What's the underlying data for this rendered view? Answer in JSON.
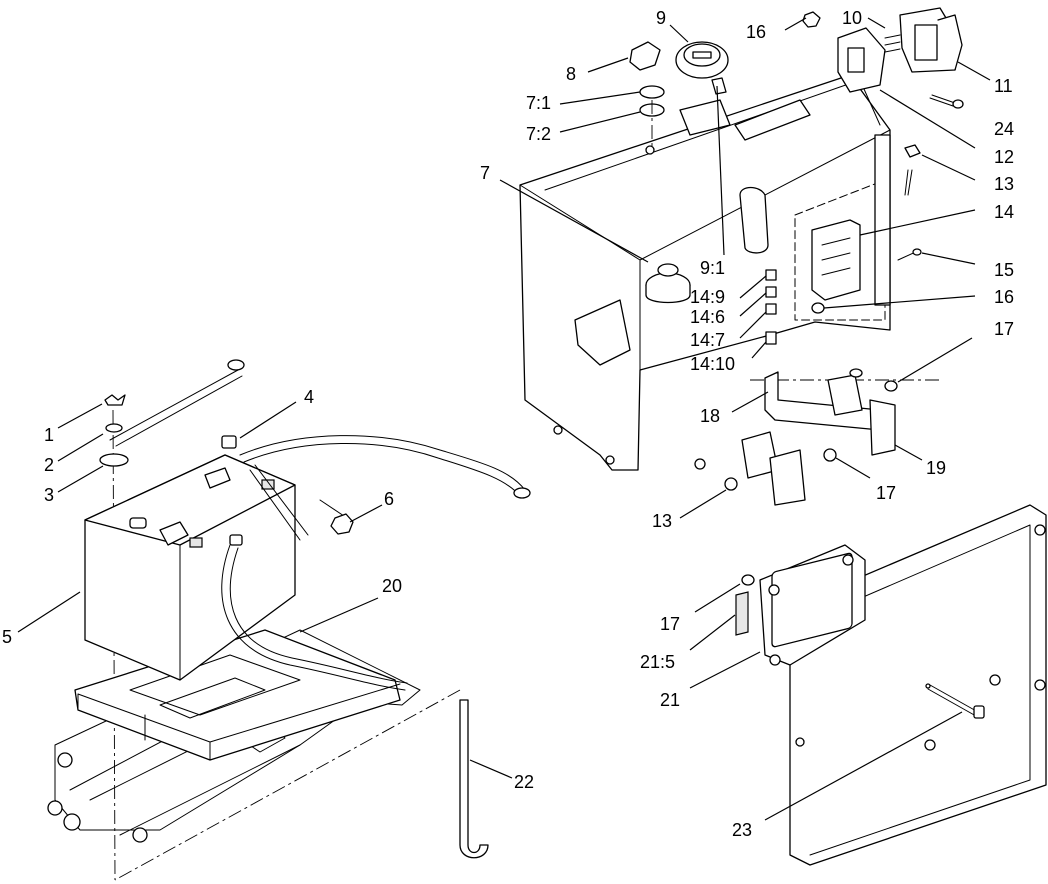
{
  "callouts": [
    {
      "id": "c1",
      "text": "1"
    },
    {
      "id": "c2",
      "text": "2"
    },
    {
      "id": "c3",
      "text": "3"
    },
    {
      "id": "c4",
      "text": "4"
    },
    {
      "id": "c5",
      "text": "5"
    },
    {
      "id": "c6",
      "text": "6"
    },
    {
      "id": "c7",
      "text": "7"
    },
    {
      "id": "c7_1",
      "text": "7:1"
    },
    {
      "id": "c7_2",
      "text": "7:2"
    },
    {
      "id": "c8",
      "text": "8"
    },
    {
      "id": "c9",
      "text": "9"
    },
    {
      "id": "c9_1",
      "text": "9:1"
    },
    {
      "id": "c10",
      "text": "10"
    },
    {
      "id": "c11",
      "text": "11"
    },
    {
      "id": "c12",
      "text": "12"
    },
    {
      "id": "c13a",
      "text": "13"
    },
    {
      "id": "c13b",
      "text": "13"
    },
    {
      "id": "c14",
      "text": "14"
    },
    {
      "id": "c14_9",
      "text": "14:9"
    },
    {
      "id": "c14_6",
      "text": "14:6"
    },
    {
      "id": "c14_7",
      "text": "14:7"
    },
    {
      "id": "c14_10",
      "text": "14:10"
    },
    {
      "id": "c15",
      "text": "15"
    },
    {
      "id": "c16a",
      "text": "16"
    },
    {
      "id": "c16b",
      "text": "16"
    },
    {
      "id": "c17a",
      "text": "17"
    },
    {
      "id": "c17b",
      "text": "17"
    },
    {
      "id": "c17c",
      "text": "17"
    },
    {
      "id": "c18",
      "text": "18"
    },
    {
      "id": "c19",
      "text": "19"
    },
    {
      "id": "c20",
      "text": "20"
    },
    {
      "id": "c21",
      "text": "21"
    },
    {
      "id": "c21_5",
      "text": "21:5"
    },
    {
      "id": "c22",
      "text": "22"
    },
    {
      "id": "c23",
      "text": "23"
    },
    {
      "id": "c24",
      "text": "24"
    }
  ]
}
